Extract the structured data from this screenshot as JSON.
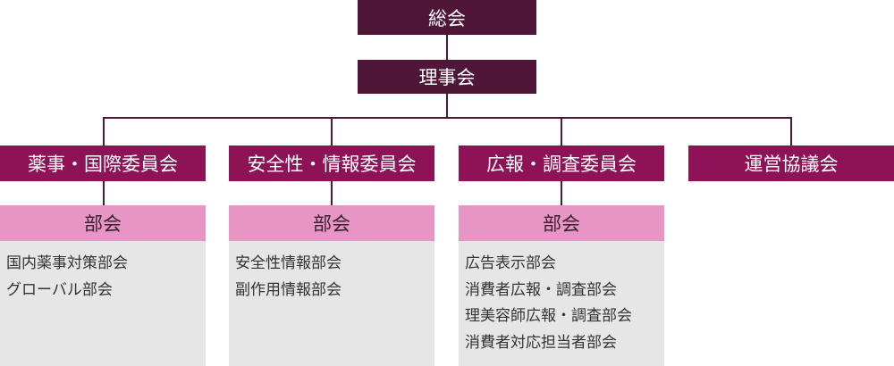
{
  "colors": {
    "top_box": "#4f1637",
    "committee_box": "#8e1256",
    "subcommittee_header": "#e795c4",
    "panel_background": "#e7e6e6",
    "connector_line": "#4f1637"
  },
  "general_assembly": "総会",
  "board": "理事会",
  "committees": [
    {
      "name": "薬事・国際委員会",
      "sub_header": "部会",
      "subcommittees": [
        "国内薬事対策部会",
        "グローバル部会"
      ]
    },
    {
      "name": "安全性・情報委員会",
      "sub_header": "部会",
      "subcommittees": [
        "安全性情報部会",
        "副作用情報部会"
      ]
    },
    {
      "name": "広報・調査委員会",
      "sub_header": "部会",
      "subcommittees": [
        "広告表示部会",
        "消費者広報・調査部会",
        "理美容師広報・調査部会",
        "消費者対応担当者部会"
      ]
    },
    {
      "name": "運営協議会"
    }
  ]
}
